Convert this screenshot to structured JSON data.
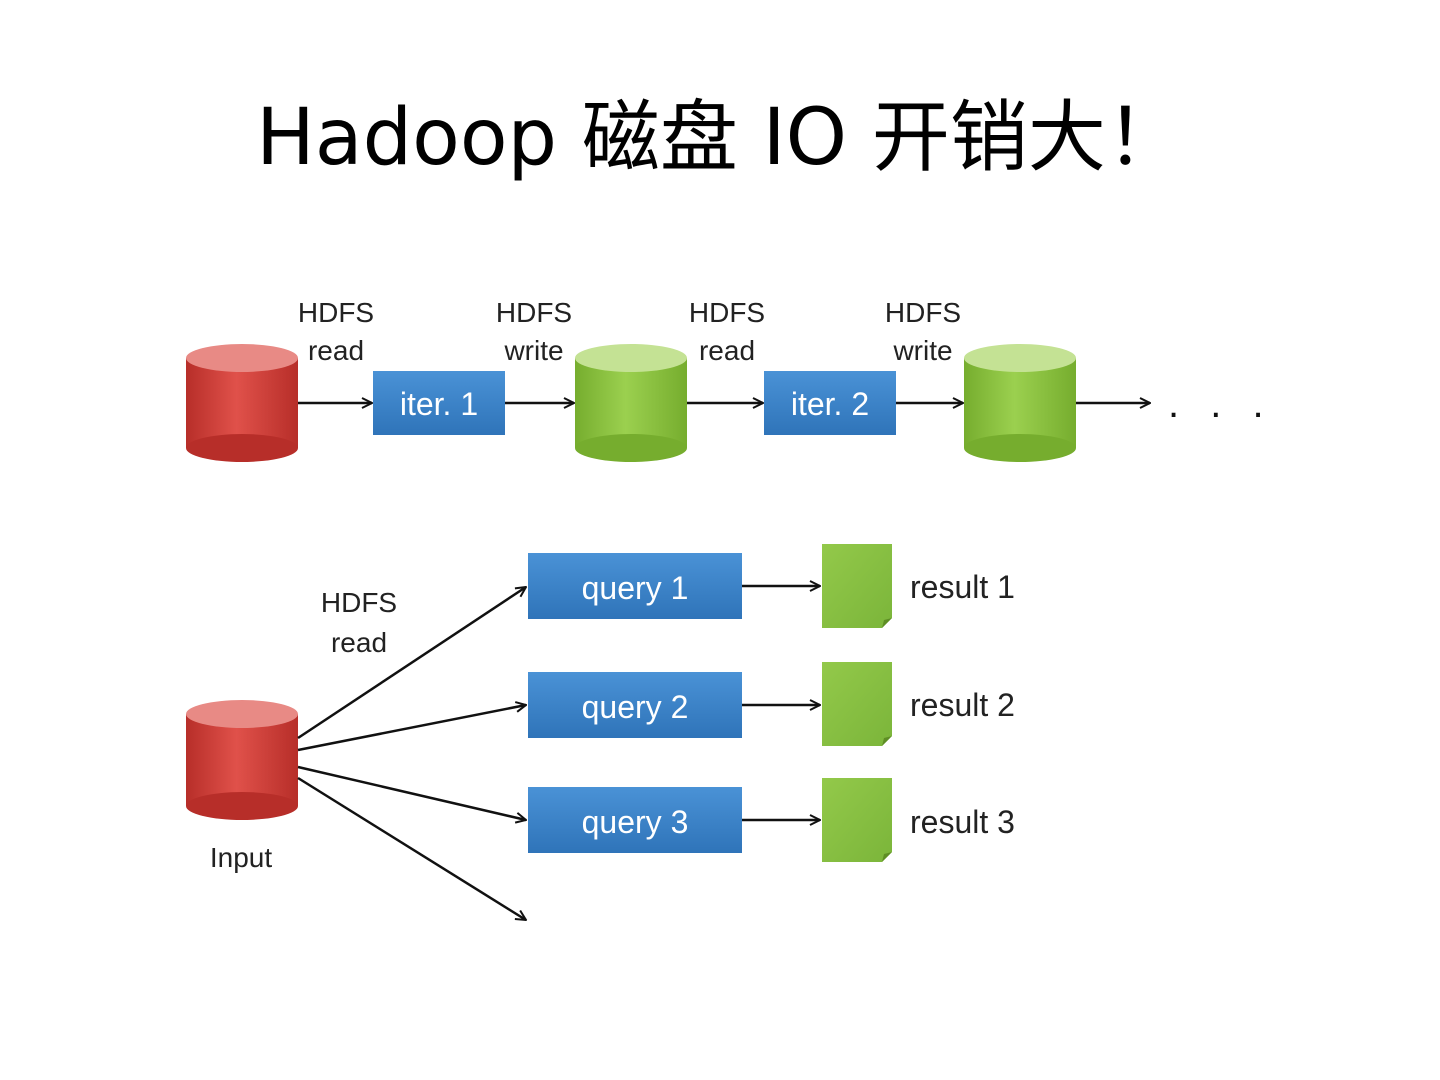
{
  "title": "Hadoop 磁盘 IO 开销大！",
  "pipeline": {
    "labels": {
      "hdfs_read_1": [
        "HDFS",
        "read"
      ],
      "hdfs_write_1": [
        "HDFS",
        "write"
      ],
      "hdfs_read_2": [
        "HDFS",
        "read"
      ],
      "hdfs_write_2": [
        "HDFS",
        "write"
      ]
    },
    "iter1": "iter. 1",
    "iter2": "iter. 2",
    "ellipsis": ". . ."
  },
  "queries": {
    "hdfs_read": [
      "HDFS",
      "read"
    ],
    "input_label": "Input",
    "query1": "query 1",
    "query2": "query 2",
    "query3": "query 3",
    "result1": "result 1",
    "result2": "result 2",
    "result3": "result 3"
  },
  "colors": {
    "input_cylinder": "#d9413b",
    "data_cylinder": "#8cc63f",
    "process_box": "#3b82c8",
    "result_doc": "#8cc63f"
  }
}
